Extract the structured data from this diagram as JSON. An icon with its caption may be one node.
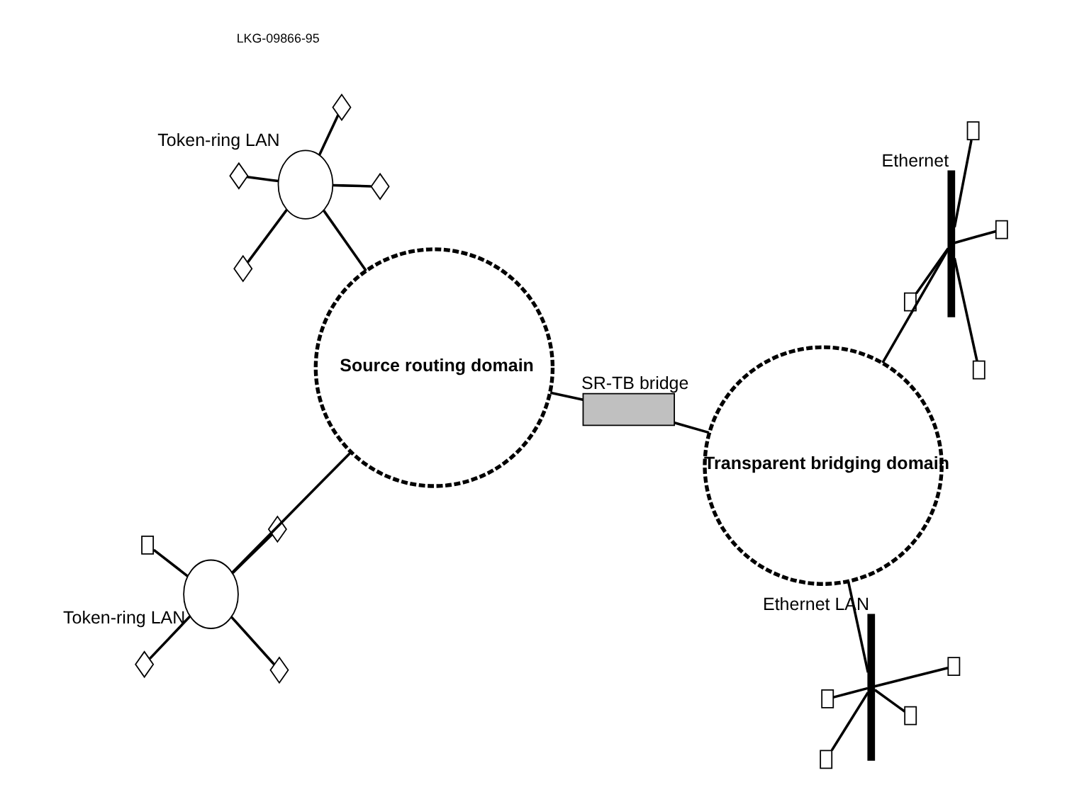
{
  "diagram": {
    "nodes": [
      {
        "text": [],
        "shape": "bar",
        "beside": [
          "Ethernet LAN"
        ]
      },
      {
        "text": [],
        "shape": "box"
      },
      {
        "text": [],
        "shape": "box"
      },
      {
        "text": [],
        "shape": "box"
      },
      {
        "text": [],
        "shape": "box"
      },
      {
        "text": [],
        "shape": "circle",
        "beside": [
          "Token-ring LAN"
        ]
      },
      {
        "text": [],
        "shape": "box"
      },
      {
        "text": [],
        "shape": "diamond"
      },
      {
        "text": [],
        "shape": "diamond"
      },
      {
        "text": [],
        "shape": "diamond"
      },
      {
        "text": [
          "Transparent bridging domain"
        ]
      },
      {
        "text": [],
        "shape": "box",
        "beside": [
          "SR-TB bridge"
        ]
      },
      {
        "text": [
          "Source routing domain"
        ]
      },
      {
        "text": [],
        "shape": "bar",
        "beside": [
          "Ethernet"
        ]
      },
      {
        "text": [],
        "shape": "box"
      },
      {
        "text": [],
        "shape": "box"
      },
      {
        "text": [],
        "shape": "box"
      },
      {
        "text": [],
        "shape": "box"
      },
      {
        "text": [],
        "shape": "circle",
        "beside": [
          "Token-ring LAN"
        ]
      },
      {
        "text": [],
        "shape": "diamond"
      },
      {
        "text": [],
        "shape": "diamond"
      },
      {
        "text": [],
        "shape": "diamond"
      },
      {
        "text": [],
        "shape": "diamond"
      }
    ],
    "edges": [
      {
        "from": 0,
        "to": 1,
        "arrow": "none"
      },
      {
        "from": 0,
        "to": 2,
        "arrow": "none"
      },
      {
        "from": 0,
        "to": 3,
        "arrow": "none"
      },
      {
        "from": 0,
        "to": 4,
        "arrow": "none"
      },
      {
        "from": 5,
        "to": 6,
        "arrow": "none"
      },
      {
        "from": 5,
        "to": 7,
        "arrow": "none"
      },
      {
        "from": 5,
        "to": 8,
        "arrow": "none"
      },
      {
        "from": 5,
        "to": 9,
        "arrow": "none"
      },
      {
        "from": 0,
        "to": 10,
        "arrow": "none"
      },
      {
        "from": 5,
        "to": 12,
        "arrow": "none"
      },
      {
        "from": 10,
        "to": 11,
        "arrow": "none"
      },
      {
        "from": 11,
        "to": 12,
        "arrow": "none"
      },
      {
        "from": 10,
        "to": 13,
        "arrow": "none"
      },
      {
        "from": 13,
        "to": 14,
        "arrow": "none"
      },
      {
        "from": 13,
        "to": 15,
        "arrow": "none"
      },
      {
        "from": 13,
        "to": 16,
        "arrow": "none"
      },
      {
        "from": 13,
        "to": 17,
        "arrow": "none"
      },
      {
        "from": 12,
        "to": 18,
        "arrow": "none"
      },
      {
        "from": 18,
        "to": 19,
        "arrow": "none"
      },
      {
        "from": 18,
        "to": 20,
        "arrow": "none"
      },
      {
        "from": 18,
        "to": 21,
        "arrow": "none"
      },
      {
        "from": 18,
        "to": 22,
        "arrow": "none"
      }
    ],
    "labels": [
      "LKG-09866-95"
    ]
  }
}
